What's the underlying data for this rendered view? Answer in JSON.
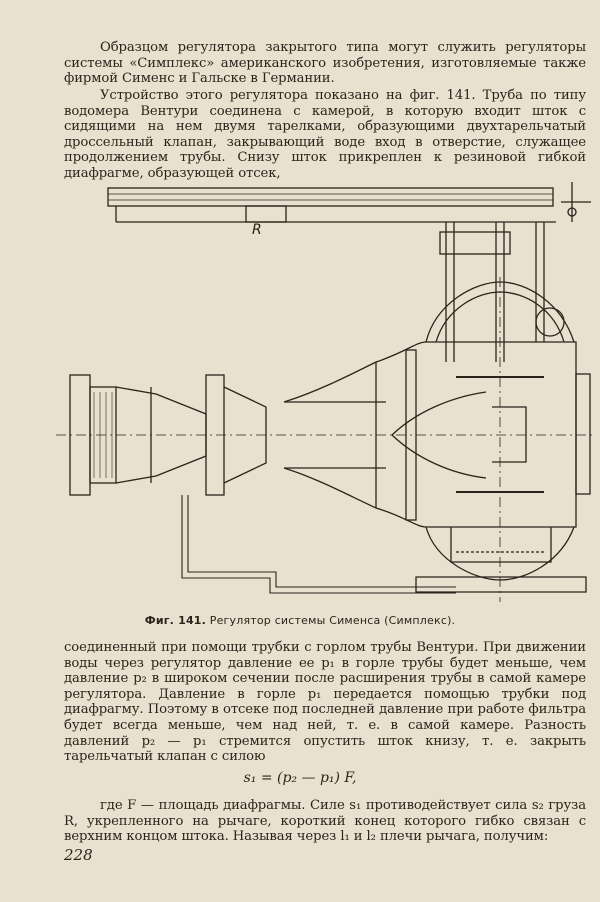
{
  "paragraphs": {
    "p1": "Образцом регулятора закрытого типа могут служить регуляторы системы «Симплекс» американского изобретения, изготовляемые также фирмой Сименс и Гальске в Германии.",
    "p2": "Устройство этого регулятора показано на фиг. 141. Труба по типу водомера Вентури соединена с камерой, в которую входит шток с сидящими на нем двумя тарелками, образующими двухтарельчатый дроссельный клапан, закрывающий воде вход в отверстие, служащее продолжением трубы. Снизу шток прикреплен к резиновой гибкой диафрагме, образующей отсек,",
    "p3": "соединенный при помощи трубки с горлом трубы Вентури. При движении воды через регулятор давление ее p₁ в горле трубы будет меньше, чем давление p₂ в широком сечении после расширения трубы в самой камере регулятора. Давление в горле p₁ передается помощью трубки под диафрагму. Поэтому в отсеке под последней давление при работе фильтра будет всегда меньше, чем над ней, т. е. в самой камере. Разность давлений p₂ — p₁ стремится опустить шток книзу, т. е. закрыть тарельчатый клапан с силою",
    "p4": "где F — площадь диафрагмы. Силе s₁ противодействует сила s₂ груза R, укрепленного на рычаге, короткий конец которого гибко связан с верхним концом штока. Называя через l₁ и l₂ плечи рычага, получим:"
  },
  "formula": "s₁ = (p₂ — p₁) F,",
  "figure": {
    "caption_number": "Фиг. 141.",
    "caption_text": "Регулятор системы Сименса (Симплекс).",
    "label_R": "R"
  },
  "page_number": "228"
}
